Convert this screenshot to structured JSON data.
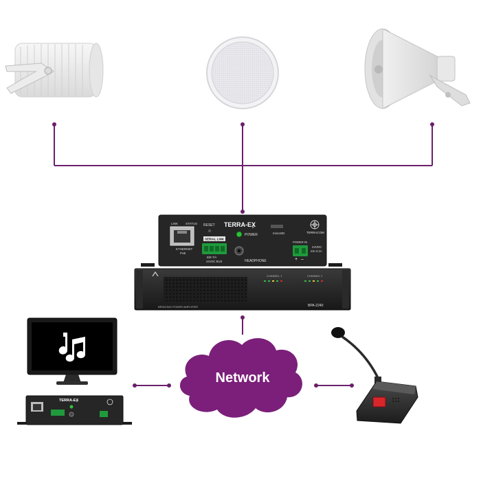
{
  "network": {
    "label": "Network"
  },
  "terra_ex_main": {
    "brand": "TERRA-EX",
    "brand_suffix": "2",
    "logo": "TERRACOM",
    "link": "LINK",
    "status": "STATUS",
    "ethernet": "ETHERNET",
    "poe": "PoE",
    "reset": "RESET",
    "serial_link": "SERIAL LINK",
    "serial_pins": "B/B  T/A",
    "serial_bus": "24VDC BUS",
    "power": "POWER",
    "microsd": "microSD",
    "headphone": "HEADPHONE",
    "power_in": "POWER IN",
    "power_spec": "24VDC",
    "power_current": "min 0.2A",
    "plus": "+",
    "minus": "–"
  },
  "amplifier": {
    "label": "BRIDGING POWER AMPLIFIER",
    "model": "BPA-2240",
    "channel1": "CHANNEL 1",
    "channel2": "CHANNEL 2"
  },
  "terra_ex_small": {
    "brand": "TERRA-EX",
    "brand_suffix": "2"
  },
  "colors": {
    "line": "#6b1f6b",
    "cloud": "#7b1f7a",
    "device": "#222222",
    "green": "#1f9a3c",
    "accent_button": "#d8262b"
  },
  "icons": [
    "music-note-icon",
    "ethernet-port-icon",
    "terracom-logo-icon"
  ]
}
